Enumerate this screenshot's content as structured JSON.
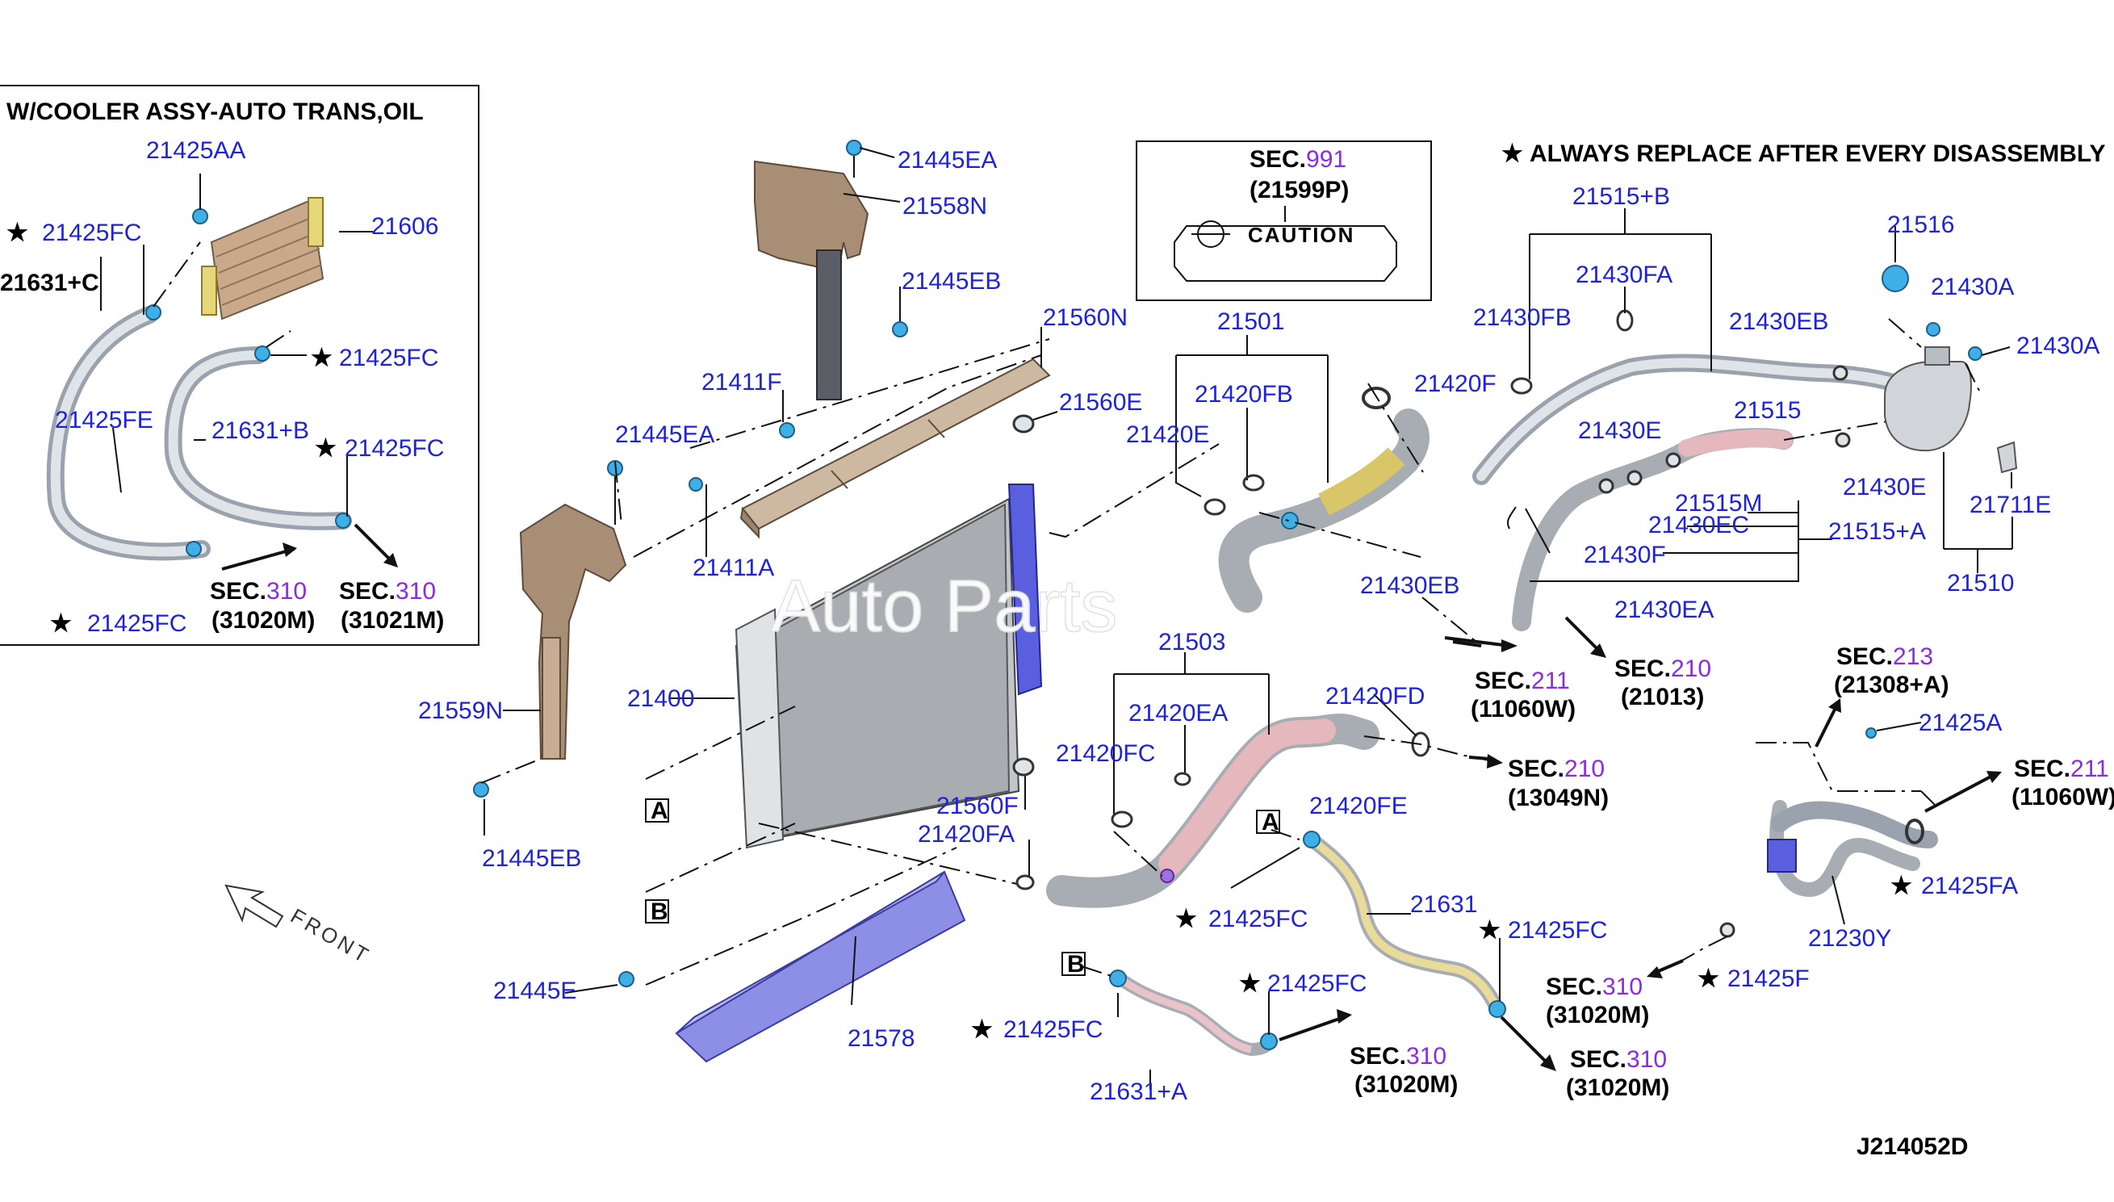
{
  "inset": {
    "title": "W/COOLER ASSY-AUTO TRANS,OIL"
  },
  "notes": {
    "always_replace": "ALWAYS REPLACE AFTER EVERY DISASSEMBLY",
    "caution_ref_prefix": "SEC.",
    "caution_ref_num": "991",
    "caution_ref_part": "(21599P)",
    "caution_label": "CAUTION",
    "diagram_code": "J214052D",
    "front_label": "FRONT",
    "watermark": "Auto Parts"
  },
  "colors": {
    "callout": "#1e22d8",
    "sec_number": "#8a2be2",
    "clip": "#3fb0e6",
    "radiator": "#a9adb1",
    "shroud": "#a98e76",
    "lower_cover": "#8d8fe6"
  },
  "callouts": {
    "c_21425AA": "21425AA",
    "c_21606": "21606",
    "c_21425FC_i1": "21425FC",
    "c_21631C": "21631+C",
    "c_21425FC_i2": "21425FC",
    "c_21425FE": "21425FE",
    "c_21631B": "21631+B",
    "c_21425FC_i3": "21425FC",
    "c_21425FC_i4": "21425FC",
    "c_21445EA_t": "21445EA",
    "c_21558N": "21558N",
    "c_21445EB_t": "21445EB",
    "c_21560N": "21560N",
    "c_21411F": "21411F",
    "c_21560E": "21560E",
    "c_21445EA_m": "21445EA",
    "c_21411A": "21411A",
    "c_21400": "21400",
    "c_21559N": "21559N",
    "c_21445EB_b": "21445EB",
    "c_21560F": "21560F",
    "c_21420FA": "21420FA",
    "c_21445E": "21445E",
    "c_21578": "21578",
    "c_21501": "21501",
    "c_21420FB": "21420FB",
    "c_21420E": "21420E",
    "c_21420F": "21420F",
    "c_21430EB_l": "21430EB",
    "c_21420FD": "21420FD",
    "c_21515B": "21515+B",
    "c_21430FA": "21430FA",
    "c_21430FB": "21430FB",
    "c_21430EB_r": "21430EB",
    "c_21516": "21516",
    "c_21430A_1": "21430A",
    "c_21430A_2": "21430A",
    "c_21515": "21515",
    "c_21430E_1": "21430E",
    "c_21430E_2": "21430E",
    "c_21515M": "21515M",
    "c_21430EC": "21430EC",
    "c_21515A": "21515+A",
    "c_21430F": "21430F",
    "c_21711E": "21711E",
    "c_21510": "21510",
    "c_21430EA": "21430EA",
    "c_21503": "21503",
    "c_21420EA": "21420EA",
    "c_21420FC": "21420FC",
    "c_21420FE": "21420FE",
    "c_21425FC_m": "21425FC",
    "c_21631": "21631",
    "c_21425FC_r": "21425FC",
    "c_21425FC_b1": "21425FC",
    "c_21425FC_b2": "21425FC",
    "c_21631A": "21631+A",
    "c_21425A": "21425A",
    "c_21425FA": "21425FA",
    "c_21230Y": "21230Y",
    "c_21425F": "21425F"
  },
  "letters": {
    "a1": "A",
    "b1": "B",
    "a2": "A",
    "b2": "B"
  },
  "secs": {
    "s1": {
      "prefix": "SEC.",
      "num": "211",
      "part": "(11060W)"
    },
    "s2": {
      "prefix": "SEC.",
      "num": "210",
      "part": "(21013)"
    },
    "s3": {
      "prefix": "SEC.",
      "num": "210",
      "part": "(13049N)"
    },
    "s4": {
      "prefix": "SEC.",
      "num": "213",
      "part": "(21308+A)"
    },
    "s5": {
      "prefix": "SEC.",
      "num": "211",
      "part": "(11060W)"
    },
    "s6": {
      "prefix": "SEC.",
      "num": "310",
      "part": "(31020M)"
    },
    "s7": {
      "prefix": "SEC.",
      "num": "310",
      "part": "(31020M)"
    },
    "s8": {
      "prefix": "SEC.",
      "num": "310",
      "part": "(31020M)"
    },
    "s9": {
      "prefix": "SEC.",
      "num": "310",
      "part": "(31020M)"
    },
    "s10": {
      "prefix": "SEC.",
      "num": "310",
      "part": "(31021M)"
    }
  }
}
